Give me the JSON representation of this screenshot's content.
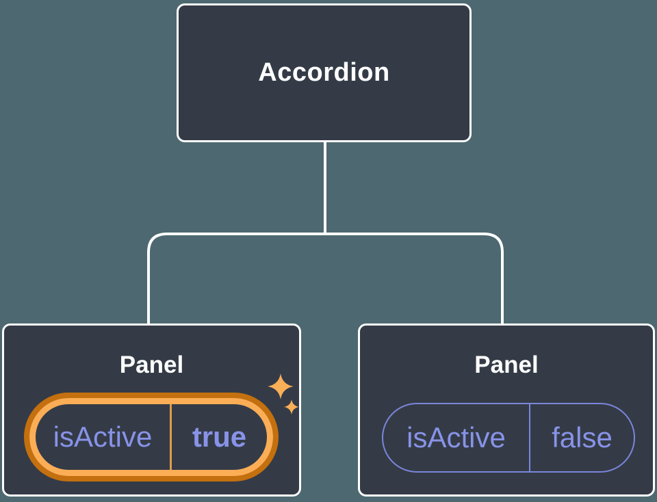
{
  "diagram": {
    "root": {
      "label": "Accordion"
    },
    "panels": [
      {
        "label": "Panel",
        "prop_name": "isActive",
        "prop_value": "true",
        "state": "active"
      },
      {
        "label": "Panel",
        "prop_name": "isActive",
        "prop_value": "false",
        "state": "inactive"
      }
    ]
  },
  "colors": {
    "background": "#4D6870",
    "node_fill": "#343B47",
    "node_border": "#FFFFFF",
    "connector_line": "#FFFFFF",
    "title_text": "#FFFFFF",
    "prop_text": "#8893E8",
    "inactive_pill_border": "#7B86DC",
    "active_ring_outer": "#C4700E",
    "active_ring_inner": "#FCAE56",
    "active_divider": "#E09C4A",
    "sparkle": "#F9AE58"
  }
}
